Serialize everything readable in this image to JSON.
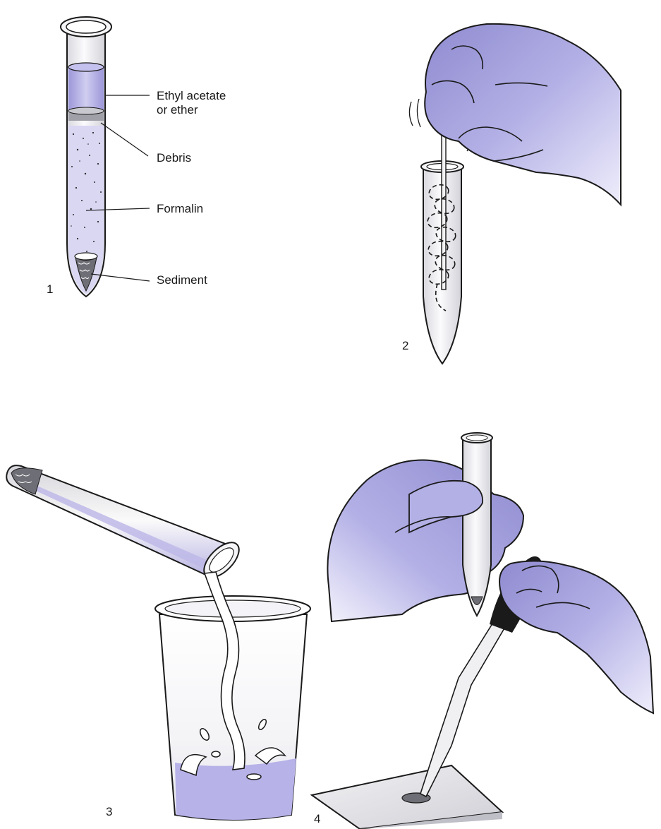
{
  "labels": {
    "ethyl_line1": "Ethyl acetate",
    "ethyl_line2": "or ether",
    "debris": "Debris",
    "formalin": "Formalin",
    "sediment": "Sediment"
  },
  "steps": [
    "1",
    "2",
    "3",
    "4"
  ],
  "colors": {
    "glove": "#b3b0e6",
    "glove_shadow": "#8f8bd0",
    "liquid": "#b7b2e8",
    "glass": "#eeeef2",
    "outline": "#1a1a1a"
  }
}
